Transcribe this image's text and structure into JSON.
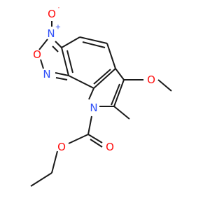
{
  "structure": {
    "atoms": {
      "n_oxide": {
        "symbol": "N",
        "charge": "+"
      },
      "o_minus": {
        "symbol": "O",
        "charge": "·"
      },
      "o_ring": {
        "symbol": "O"
      },
      "n_ring": {
        "symbol": "N"
      },
      "n_indole": {
        "symbol": "N"
      },
      "o_methoxy": {
        "symbol": "O"
      },
      "o_carbonyl": {
        "symbol": "O"
      },
      "o_ester": {
        "symbol": "O"
      }
    },
    "colors": {
      "nitrogen": "#3050F8",
      "oxygen": "#FF0D0D",
      "bond": "#1a1a1a"
    }
  }
}
